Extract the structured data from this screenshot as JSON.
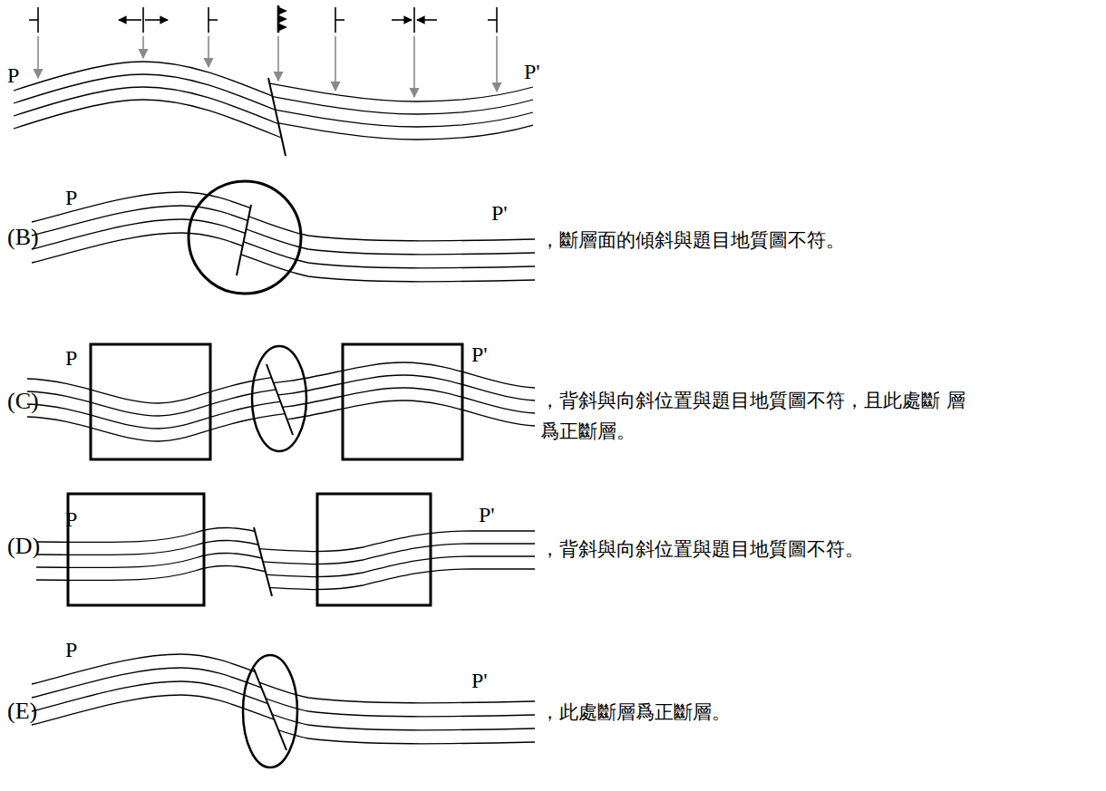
{
  "diagram": {
    "labels": [
      "P",
      "P'",
      "P",
      "P'",
      "(B)",
      "，斷層面的傾斜與題目地質圖不符。",
      "P",
      "P'",
      "(C)",
      "，背斜與向斜位置與題目地質圖不符，且此處斷 層爲正斷層。",
      "P",
      "P'",
      "(D)",
      "，背斜與向斜位置與題目地質圖不符。",
      "P",
      "P'",
      "(E)",
      "，此處斷層爲正斷層。"
    ]
  }
}
